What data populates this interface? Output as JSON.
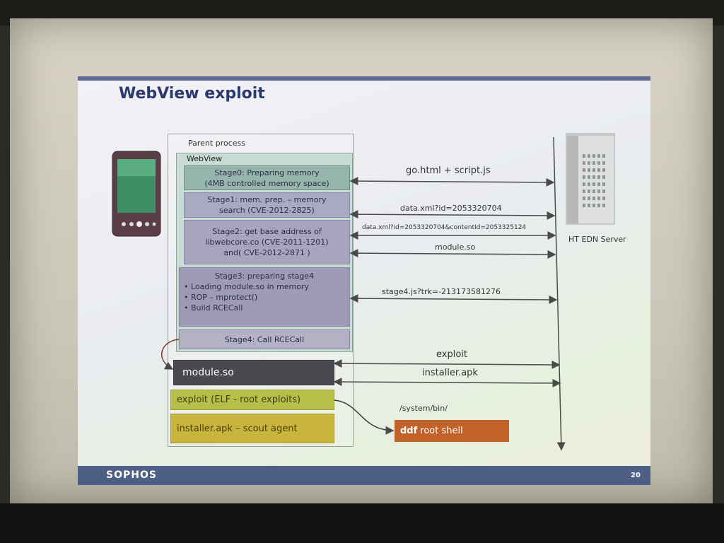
{
  "slide": {
    "title": "WebView exploit",
    "footer_logo": "SOPHOS",
    "page_number": "20"
  },
  "diagram": {
    "parent_process_label": "Parent process",
    "webview_label": "WebView",
    "stage0": [
      "Stage0: Preparing memory",
      "(4MB controlled memory space)"
    ],
    "stage1": [
      "Stage1: mem. prep. – memory",
      "search (CVE-2012-2825)"
    ],
    "stage2": [
      "Stage2: get base address of",
      "libwebcore.co (CVE-2011-1201)",
      "and( CVE-2012-2871 )"
    ],
    "stage3_title": "Stage3: preparing stage4",
    "stage3_bullets": [
      "Loading module.so in memory",
      "ROP – mprotect()",
      "Build RCECall"
    ],
    "stage4": "Stage4: Call RCECall",
    "module": "module.so",
    "exploit": "exploit (ELF - root exploits)",
    "installer": "installer.apk – scout agent",
    "system_path": "/system/bin/",
    "root_shell_ddf": "ddf",
    "root_shell_text": "root shell",
    "server_label": "HT EDN Server",
    "arrows": {
      "a1": "go.html + script.js",
      "a2": "data.xml?id=2053320704",
      "a3": "data.xml?id=2053320704&contentId=2053325124",
      "a4": "module.so",
      "a5": "stage4.js?trk=-213173581276",
      "a6": "exploit",
      "a7": "installer.apk"
    }
  },
  "icons": {
    "phone": "smartphone-icon",
    "server": "server-building-icon"
  },
  "colors": {
    "title": "#2a3a6e",
    "footer": "#4e5f86",
    "root_shell": "#c1622a",
    "module": "#4a4950",
    "exploit": "#b8bf49",
    "installer": "#c9b43e"
  }
}
